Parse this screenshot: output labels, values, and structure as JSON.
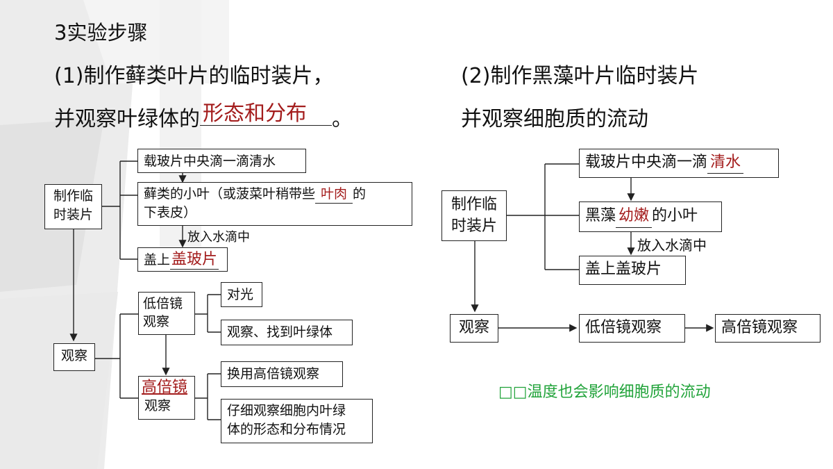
{
  "heading": {
    "title": "3实验步骤",
    "left_line1": "(1)制作藓类叶片的临时装片，",
    "left_line2_prefix": "并观察叶绿体的",
    "left_line2_answer": "形态和分布",
    "left_line2_suffix": "。",
    "right_line1": "(2)制作黑藻叶片临时装片",
    "right_line2": "并观察细胞质的流动"
  },
  "left_diagram": {
    "make_slide": "制作临\n时装片",
    "step1": "载玻片中央滴一滴清水",
    "step2_a": "藓类的小叶（或菠菜叶稍带些",
    "step2_answer": "叶肉",
    "step2_b": "的",
    "step2_c": "下表皮）",
    "arrow_note": "放入水滴中",
    "step3_prefix": "盖上",
    "step3_answer": "盖玻片",
    "observe": "观察",
    "low_mag": "低倍镜\n观察",
    "high_mag_answer": "高倍镜",
    "high_mag_suffix": "观察",
    "low_sub1": "对光",
    "low_sub2": "观察、找到叶绿体",
    "high_sub1": "换用高倍镜观察",
    "high_sub2": "仔细观察细胞内叶绿\n体的形态和分布情况"
  },
  "right_diagram": {
    "make_slide": "制作临\n时装片",
    "step1_prefix": "载玻片中央滴一滴",
    "step1_answer": "清水",
    "step2_prefix": "黑藻",
    "step2_answer": "幼嫩",
    "step2_suffix": "的小叶",
    "arrow_note": "放入水滴中",
    "step3": "盖上盖玻片",
    "observe": "观察",
    "low_mag": "低倍镜观察",
    "high_mag": "高倍镜观察"
  },
  "green_note": "□□温度也会影响细胞质的流动",
  "colors": {
    "answer": "#a31c1c",
    "note": "#21a33a"
  }
}
